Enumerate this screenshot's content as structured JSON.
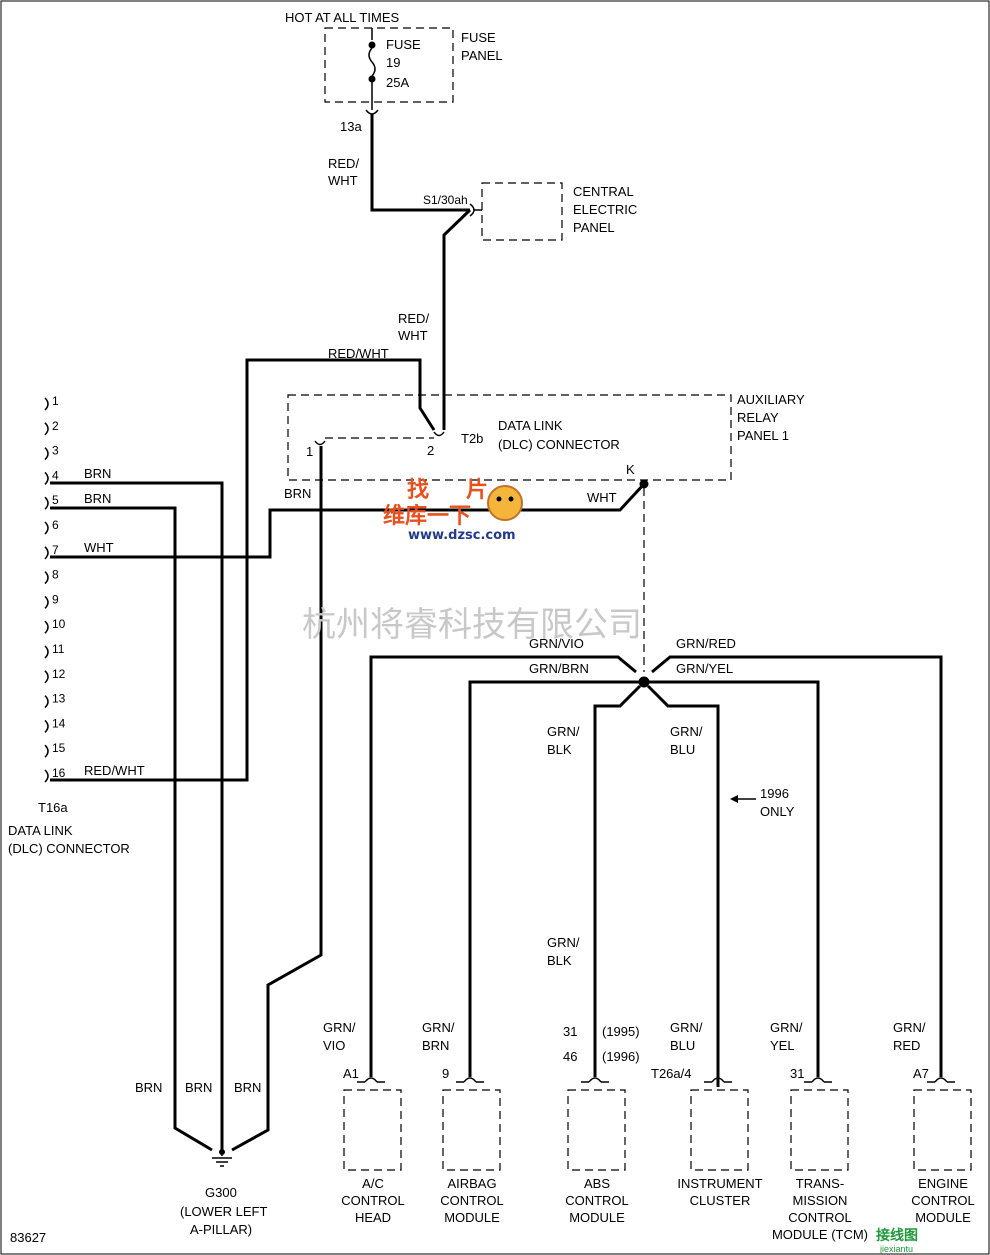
{
  "fuse": {
    "hot_label": "HOT AT ALL TIMES",
    "name": "FUSE",
    "number": "19",
    "rating": "25A",
    "panel_line1": "FUSE",
    "panel_line2": "PANEL",
    "terminal": "13a"
  },
  "wire_red_wht_top": [
    "RED/",
    "WHT"
  ],
  "central_electric": {
    "terminal": "S1/30ah",
    "line1": "CENTRAL",
    "line2": "ELECTRIC",
    "line3": "PANEL"
  },
  "wire_red_wht_mid": [
    "RED/",
    "WHT"
  ],
  "wire_red_wht_loop": "RED/WHT",
  "aux_relay": {
    "line1": "AUXILIARY",
    "line2": "RELAY",
    "line3": "PANEL 1",
    "conn_line1": "DATA LINK",
    "conn_line2": "(DLC) CONNECTOR",
    "conn_id": "T2b",
    "pin1": "1",
    "pin2": "2",
    "pin_k": "K"
  },
  "wire_brn_upper": "BRN",
  "wire_wht_upper": "WHT",
  "dlc_pins": [
    "1",
    "2",
    "3",
    "4",
    "5",
    "6",
    "7",
    "8",
    "9",
    "10",
    "11",
    "12",
    "13",
    "14",
    "15",
    "16"
  ],
  "dlc_wires": {
    "pin4": "BRN",
    "pin5": "BRN",
    "pin7": "WHT",
    "pin16": "RED/WHT"
  },
  "dlc": {
    "id": "T16a",
    "line1": "DATA LINK",
    "line2": "(DLC) CONNECTOR"
  },
  "bus_labels": {
    "grn_vio": "GRN/VIO",
    "grn_red": "GRN/RED",
    "grn_brn": "GRN/BRN",
    "grn_yel": "GRN/YEL",
    "grn_blk": [
      "GRN/",
      "BLK"
    ],
    "grn_blu": [
      "GRN/",
      "BLU"
    ],
    "grn_blk_lower": [
      "GRN/",
      "BLK"
    ]
  },
  "note_1996": [
    "1996",
    "ONLY"
  ],
  "ground": {
    "brn_left": "BRN",
    "brn_mid": "BRN",
    "brn_right": "BRN",
    "id": "G300",
    "line1": "(LOWER LEFT",
    "line2": "A-PILLAR)"
  },
  "modules": [
    {
      "wire": [
        "GRN/",
        "VIO"
      ],
      "pin": "A1",
      "name": [
        "A/C",
        "CONTROL",
        "HEAD"
      ]
    },
    {
      "wire": [
        "GRN/",
        "BRN"
      ],
      "pin": "9",
      "name": [
        "AIRBAG",
        "CONTROL",
        "MODULE"
      ]
    },
    {
      "wire": [
        "31",
        "46"
      ],
      "pin_notes": [
        "(1995)",
        "(1996)"
      ],
      "name": [
        "ABS",
        "CONTROL",
        "MODULE"
      ]
    },
    {
      "wire": [
        "GRN/",
        "BLU"
      ],
      "pin": "T26a/4",
      "name": [
        "INSTRUMENT",
        "CLUSTER"
      ]
    },
    {
      "wire": [
        "GRN/",
        "YEL"
      ],
      "pin": "31",
      "name": [
        "TRANS-",
        "MISSION",
        "CONTROL",
        "MODULE (TCM)"
      ]
    },
    {
      "wire": [
        "GRN/",
        "RED"
      ],
      "pin": "A7",
      "name": [
        "ENGINE",
        "CONTROL",
        "MODULE"
      ]
    }
  ],
  "figure_id": "83627",
  "watermark": "杭州将睿科技有限公司",
  "logo": {
    "line1": "找",
    "line2": "片",
    "line3": "维库一下",
    "url": "www.dzsc.com"
  },
  "corner_logo": "接线图",
  "corner_sub": "jiexiantu"
}
